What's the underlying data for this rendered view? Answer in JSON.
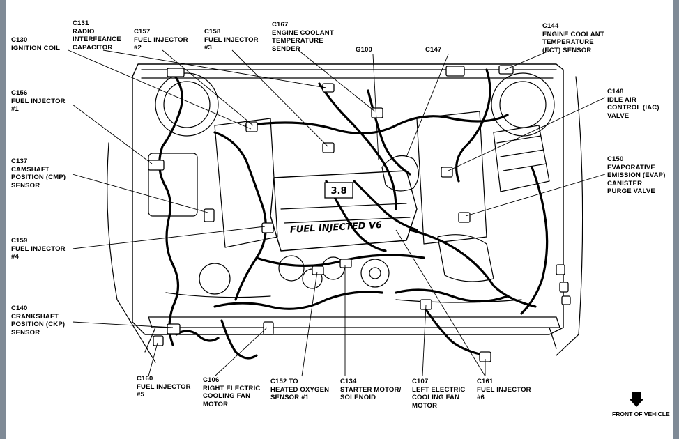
{
  "callouts": {
    "c130": "C130\nIGNITION COIL",
    "c131": "C131\nRADIO\nINTERFEANCE\nCAPACITOR",
    "c157": "C157\nFUEL INJECTOR\n#2",
    "c158": "C158\nFUEL INJECTOR\n#3",
    "c167": "C167\nENGINE COOLANT\nTEMPERATURE\nSENDER",
    "g100": "G100",
    "c147": "C147",
    "c144": "C144\nENGINE COOLANT\nTEMPERATURE\n(ECT) SENSOR",
    "c156": "C156\nFUEL INJECTOR\n#1",
    "c148": "C148\nIDLE AIR\nCONTROL (IAC)\nVALVE",
    "c137": "C137\nCAMSHAFT\nPOSITION (CMP)\nSENSOR",
    "c150": "C150\nEVAPORATIVE\nEMISSION (EVAP)\nCANISTER\nPURGE VALVE",
    "c159": "C159\nFUEL INJECTOR\n#4",
    "c140": "C140\nCRANKSHAFT\nPOSITION (CKP)\nSENSOR",
    "c160": "C160\nFUEL INJECTOR\n#5",
    "c106": "C106\nRIGHT ELECTRIC\nCOOLING FAN\nMOTOR",
    "c152": "C152 TO\nHEATED OXYGEN\nSENSOR #1",
    "c134": "C134\nSTARTER MOTOR/\nSOLENOID",
    "c107": "C107\nLEFT ELECTRIC\nCOOLING FAN\nMOTOR",
    "c161": "C161\nFUEL INJECTOR\n#6"
  },
  "engine_stamp": "FUEL INJECTED V6",
  "engine_badge": "3.8",
  "front_of_vehicle": "FRONT OF VEHICLE",
  "colors": {
    "frame_background": "#7f8a96",
    "ink": "#000000",
    "paper": "#ffffff"
  }
}
